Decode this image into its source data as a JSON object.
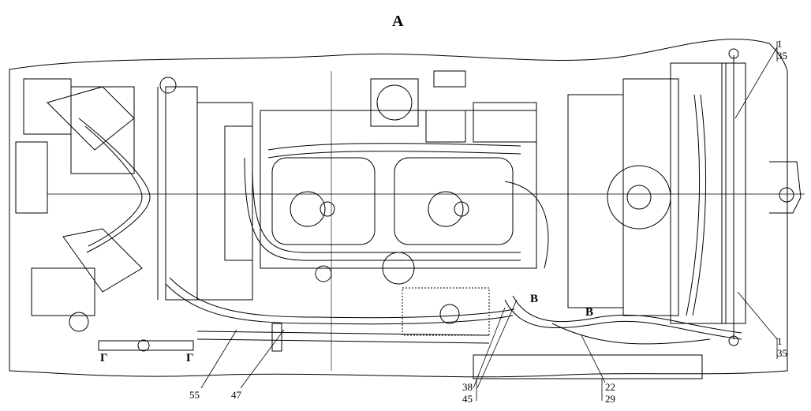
{
  "view_title": "A",
  "section_marks": {
    "b1": "B",
    "b2": "B",
    "g1": "Г",
    "g2": "Г"
  },
  "callouts": {
    "c55": "55",
    "c47": "47",
    "c38": "38",
    "c45": "45",
    "c22": "22",
    "c29": "29",
    "c1_top": "1",
    "c35_top": "35",
    "c1_bot": "1",
    "c35_bot": "35"
  },
  "colors": {
    "ink": "#000000",
    "background": "#ffffff",
    "watermark": "#d0d0d0"
  }
}
